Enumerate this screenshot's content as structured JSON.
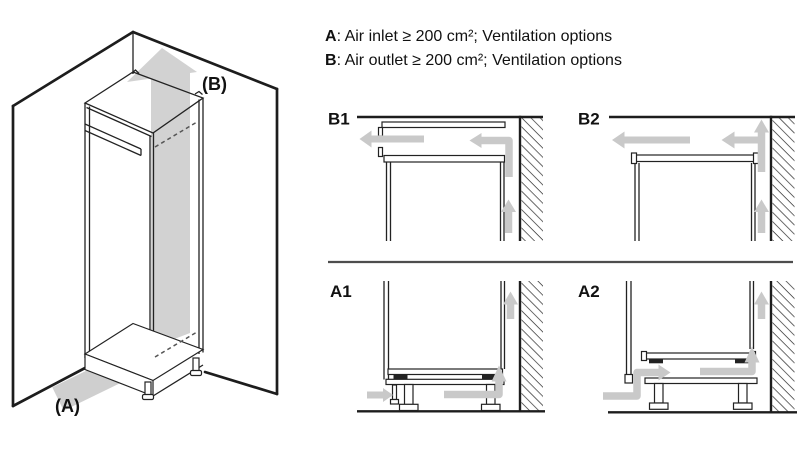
{
  "header": {
    "line1": {
      "prefix": "A",
      "rest": ": Air inlet ≥ 200 cm²; Ventilation options"
    },
    "line2": {
      "prefix": "B",
      "rest": ": Air outlet ≥ 200 cm²; Ventilation options"
    }
  },
  "diagram": {
    "iso": {
      "outlet_label": "(B)",
      "inlet_label": "(A)"
    },
    "panels": [
      {
        "id": "B1",
        "label": "B1"
      },
      {
        "id": "B2",
        "label": "B2"
      },
      {
        "id": "A1",
        "label": "A1"
      },
      {
        "id": "A2",
        "label": "A2"
      }
    ]
  },
  "colors": {
    "line": "#222222",
    "thick_line": "#1d1d1d",
    "arrow_gray": "#c9c9c9",
    "band_gray": "#d2d2d2",
    "divider": "#4d4d4d",
    "background": "#ffffff"
  }
}
